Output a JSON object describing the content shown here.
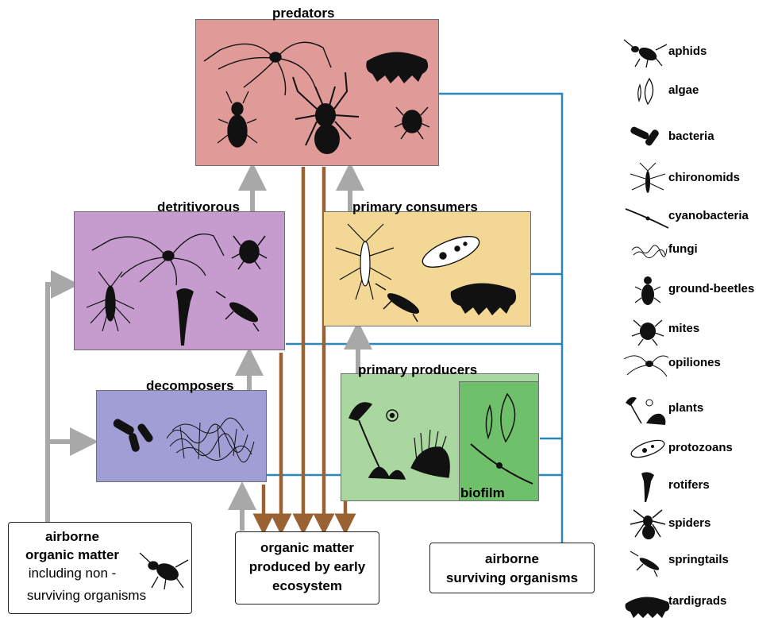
{
  "boxes": {
    "predators": "predators",
    "detritivorous": "detritivorous",
    "primary_consumers": "primary consumers",
    "decomposers": "decomposers",
    "primary_producers": "primary producers",
    "biofilm": "biofilm"
  },
  "sources": {
    "airborne_organic_matter": {
      "line1": "airborne",
      "line2": "organic matter",
      "line3": "including non -",
      "line4": "surviving organisms"
    },
    "organic_matter_early": {
      "line1": "organic matter",
      "line2": "produced by early",
      "line3": "ecosystem"
    },
    "airborne_surviving": {
      "line1": "airborne",
      "line2": "surviving organisms"
    }
  },
  "legend": [
    {
      "label": "aphids",
      "icon": "aphid-icon"
    },
    {
      "label": "algae",
      "icon": "algae-icon"
    },
    {
      "label": "bacteria",
      "icon": "bacteria-icon"
    },
    {
      "label": "chironomids",
      "icon": "chironomid-icon"
    },
    {
      "label": "cyanobacteria",
      "icon": "cyanobacteria-icon"
    },
    {
      "label": "fungi",
      "icon": "fungi-icon"
    },
    {
      "label": "ground-beetles",
      "icon": "ground-beetle-icon"
    },
    {
      "label": "mites",
      "icon": "mite-icon"
    },
    {
      "label": "opiliones",
      "icon": "opiliones-icon"
    },
    {
      "label": "plants",
      "icon": "plant-icon"
    },
    {
      "label": "protozoans",
      "icon": "protozoan-icon"
    },
    {
      "label": "rotifers",
      "icon": "rotifer-icon"
    },
    {
      "label": "spiders",
      "icon": "spider-icon"
    },
    {
      "label": "springtails",
      "icon": "springtail-icon"
    },
    {
      "label": "tardigrads",
      "icon": "tardigrade-icon"
    }
  ],
  "colors": {
    "predators": "#e09b98",
    "detritivorous": "#c59ccd",
    "primary_consumers": "#f2d795",
    "decomposers": "#a19ed6",
    "primary_producers": "#a9d79f",
    "biofilm": "#6fc06a",
    "gray_arrow": "#a8a8a8",
    "brown_arrow": "#9a6233",
    "blue_line": "#2b87b8"
  }
}
